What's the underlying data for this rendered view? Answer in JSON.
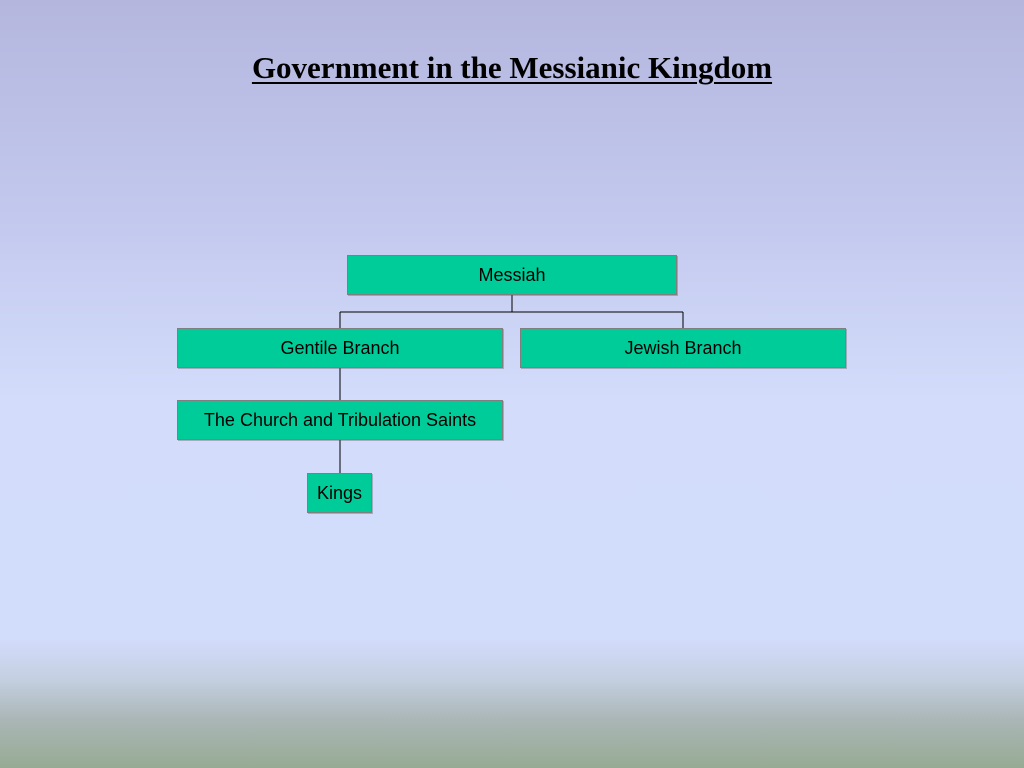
{
  "title": "Government in the Messianic Kingdom",
  "colors": {
    "node_fill": "#00cc99",
    "node_border": "#7f7f7f",
    "connector": "#000000"
  },
  "org_chart": {
    "root": "Messiah",
    "branches": {
      "gentile": "Gentile Branch",
      "jewish": "Jewish Branch"
    },
    "gentile_sub": "The Church and Tribulation Saints",
    "gentile_sub_sub": "Kings"
  }
}
